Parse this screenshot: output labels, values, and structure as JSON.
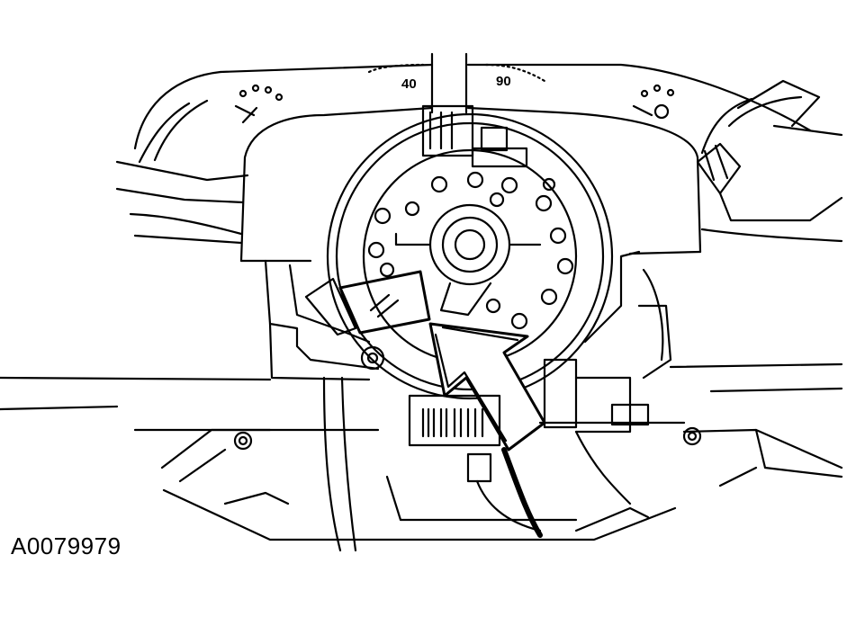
{
  "figure": {
    "reference_id": "A0079979",
    "gauge_labels": [
      "40",
      "90"
    ],
    "colors": {
      "line": "#000000",
      "background": "#ffffff"
    }
  }
}
